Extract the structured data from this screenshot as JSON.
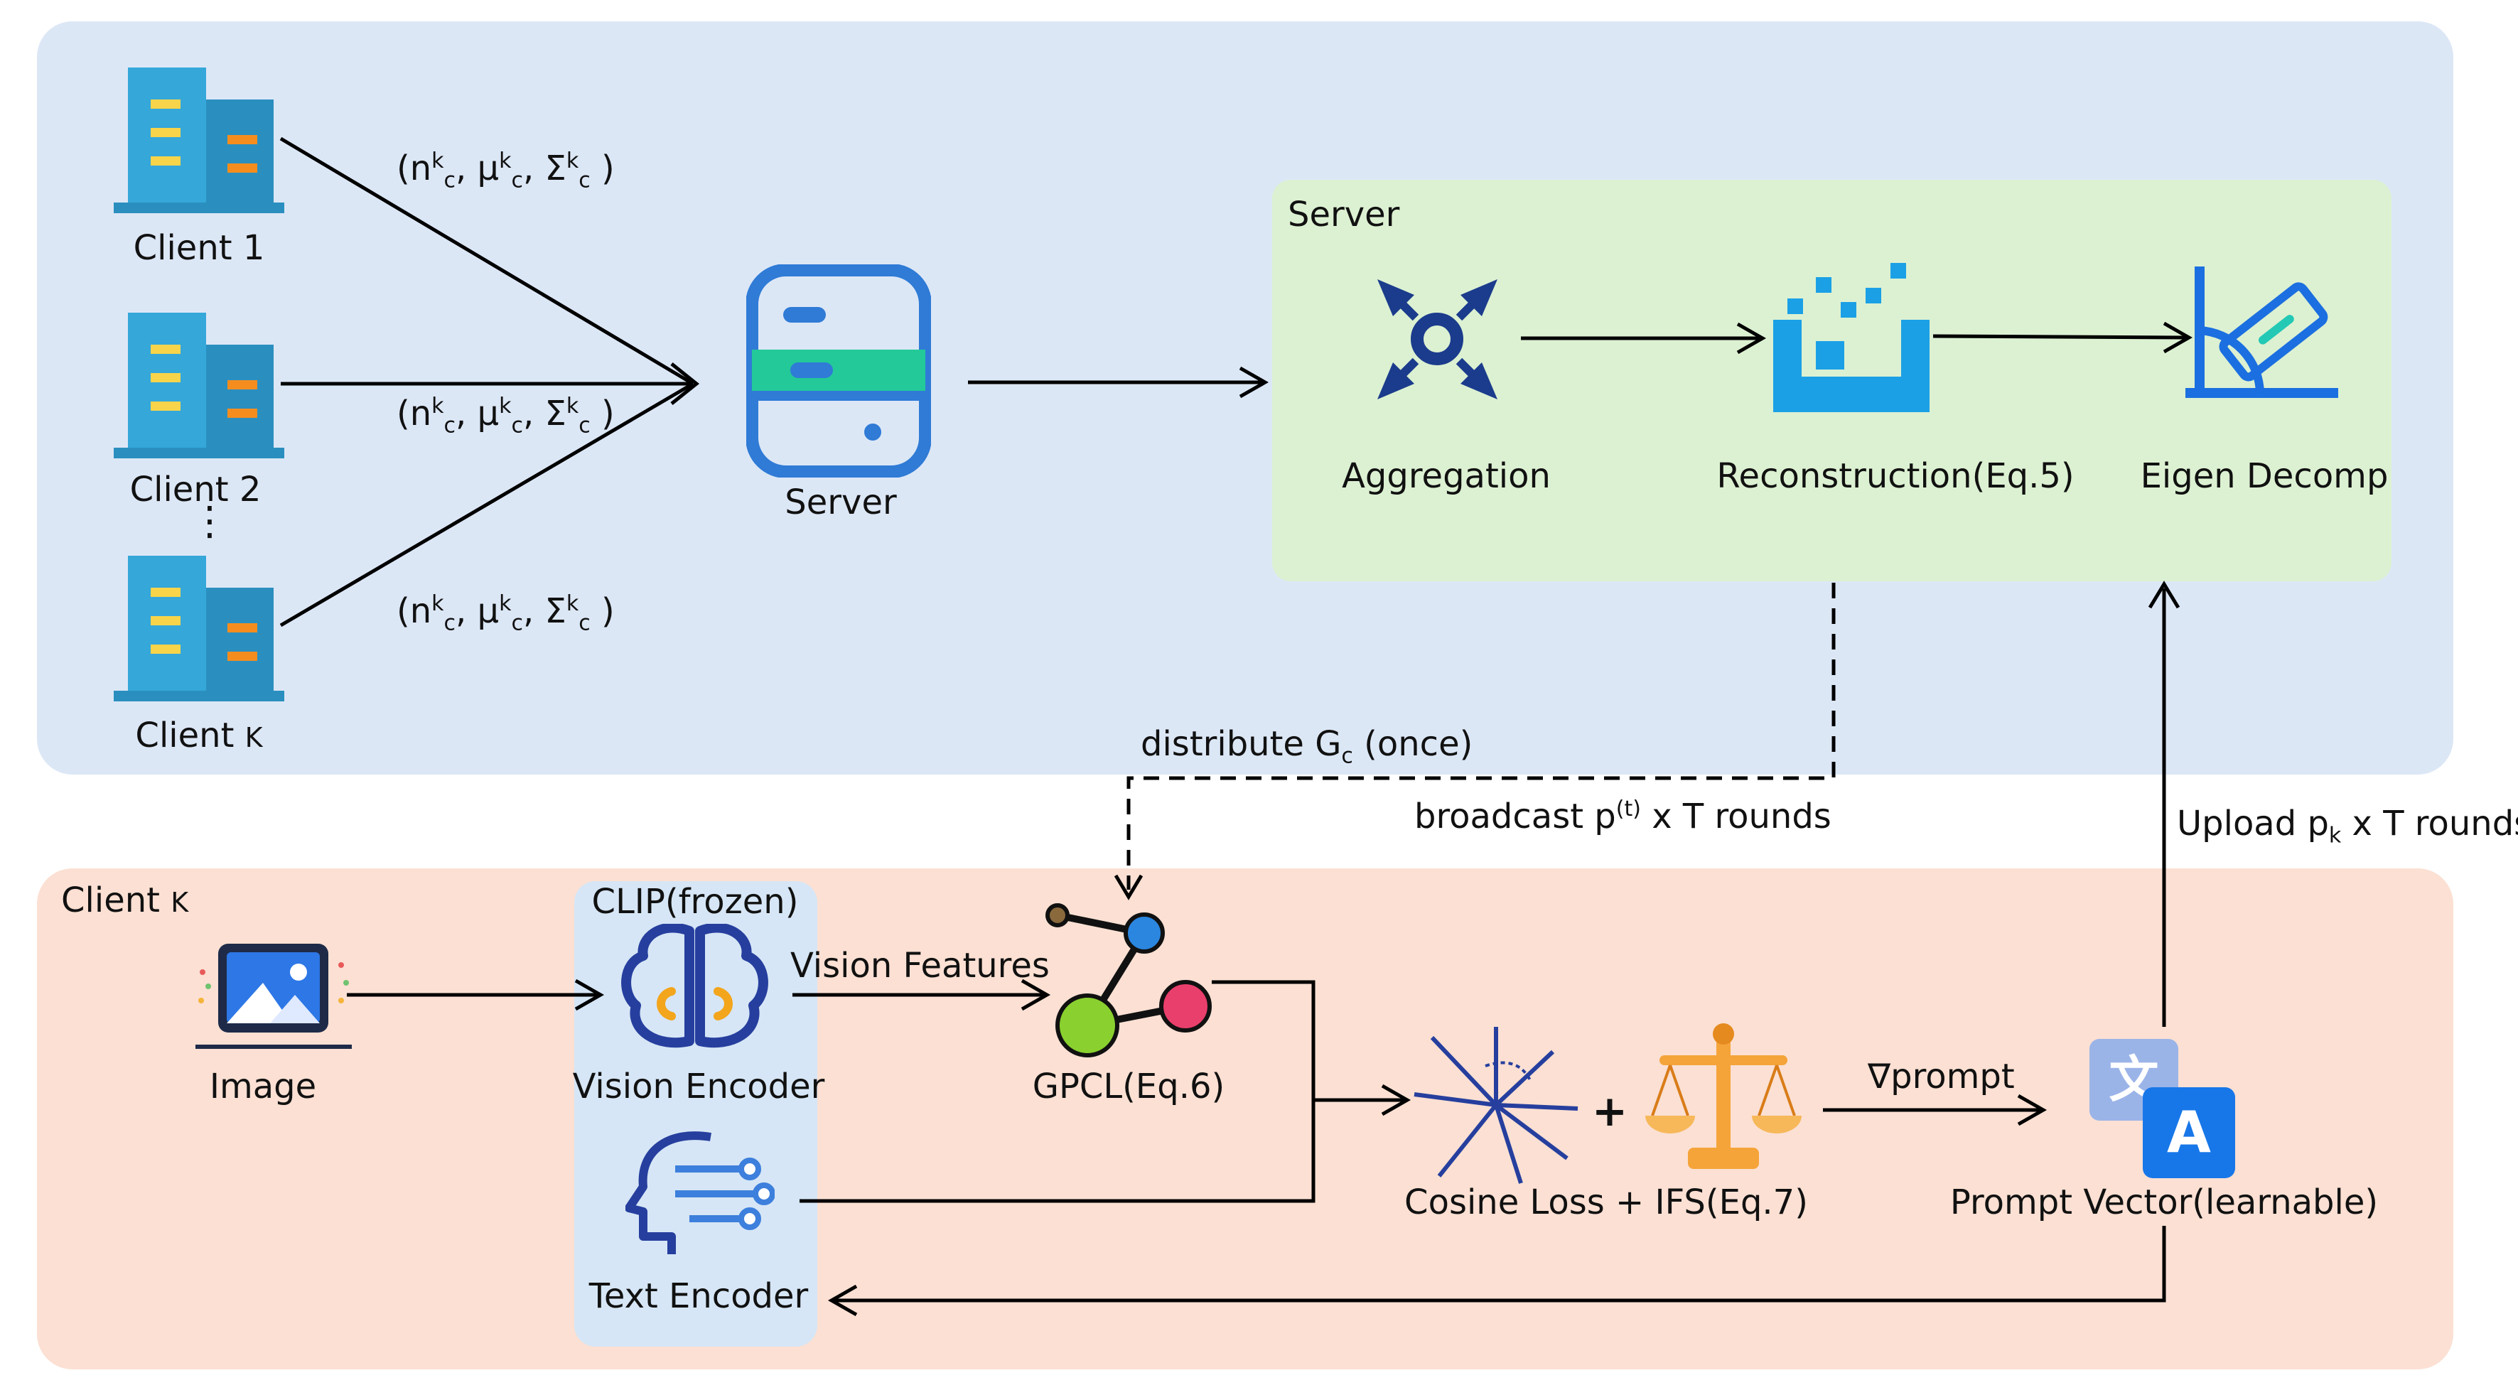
{
  "panels": {
    "server_box_title": "Server",
    "client_panel_title": "Client",
    "client_panel_title_k": "K",
    "clip_title": "CLIP(frozen)"
  },
  "clients": [
    {
      "label": "Client 1",
      "sub": ""
    },
    {
      "label": "Client 2",
      "sub": ""
    },
    {
      "label": "Client",
      "sub": "K"
    }
  ],
  "client_ellipsis": "⋮",
  "stats_msg": {
    "open": "(n",
    "sup1": "k",
    "sub1": "c",
    "mu": ", μ",
    "sup2": "k",
    "sub2": "c",
    "sigma": ", Σ",
    "sup3": "k",
    "sub3": "c",
    "close": " )"
  },
  "server_label": "Server",
  "server_steps": [
    "Aggregation",
    "Reconstruction(Eq.5)",
    "Eigen Decomp"
  ],
  "distribute": {
    "text": "distribute G",
    "sub": "c",
    "rest": " (once)"
  },
  "broadcast": {
    "text": "broadcast p",
    "sup": "(t)",
    "rest": " x T rounds"
  },
  "upload": {
    "text": "Upload p",
    "sub": "k",
    "rest": " x T rounds"
  },
  "client_nodes": {
    "image": "Image",
    "vision_encoder": "Vision Encoder",
    "text_encoder": "Text Encoder",
    "vision_features": "Vision Features",
    "gpcl": "GPCL(Eq.6)",
    "loss": "Cosine Loss + IFS(Eq.7)",
    "plus": "+",
    "grad": "∇prompt",
    "prompt_vector": "Prompt Vector(learnable)",
    "prompt_glyph_a": "A",
    "prompt_glyph_zh": "文"
  },
  "colors": {
    "top_panel": "#dce7f6",
    "bottom_panel": "#fbe0d3",
    "server_box": "#dcf1d2",
    "building_main": "#35a7d9",
    "building_side": "#2a8fbf",
    "window_yellow": "#f7d44a",
    "window_orange": "#f58d1e",
    "server_blue": "#2f7bd6",
    "server_green": "#23c999",
    "aggregation_navy": "#1b3c8c",
    "reconstruction_blue": "#1ba0e6",
    "gpcl_blue": "#2b86e0",
    "gpcl_green": "#8ad12f",
    "gpcl_pink": "#e93f6c",
    "brain_navy": "#263f9e",
    "brain_orange": "#f3a51c",
    "balance_orange": "#f5a43a",
    "prompt_blue": "#1877e8"
  }
}
